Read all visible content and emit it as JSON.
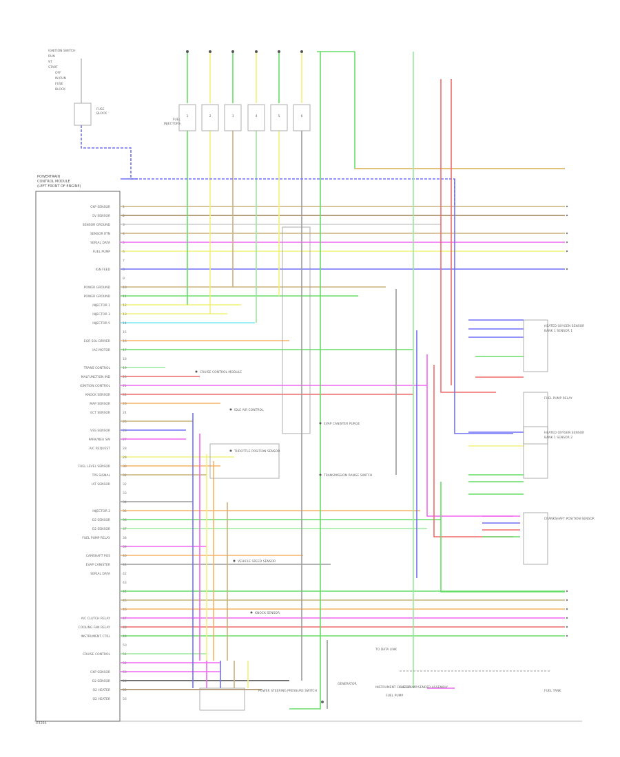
{
  "diagram": {
    "footer_code": "IF4364",
    "ecu_title": [
      "POWERTRAIN",
      "CONTROL MODULE",
      "(LEFT FRONT OF ENGINE)"
    ],
    "ignition_switch": [
      "IGNITION SWITCH",
      "RUN",
      "ST",
      "START",
      "OFF",
      "IN RUN",
      "FUSE",
      "BLOCK"
    ],
    "fuse_block": [
      "FUSE",
      "BLOCK"
    ],
    "injectors_label": [
      "FUEL",
      "INJECTORS"
    ],
    "cyl_labels": [
      "1",
      "2",
      "3",
      "4",
      "5",
      "6"
    ],
    "left_pins": [
      {
        "name": "CKP SENSOR",
        "pin": "1"
      },
      {
        "name": "5V SENSOR",
        "pin": "2"
      },
      {
        "name": "SENSOR GROUND",
        "pin": "3"
      },
      {
        "name": "SENSOR RTN",
        "pin": "4"
      },
      {
        "name": "SERIAL DATA",
        "pin": "5"
      },
      {
        "name": "FUEL PUMP",
        "pin": "6"
      },
      {
        "name": "",
        "pin": "7"
      },
      {
        "name": "IGN FEED",
        "pin": "8"
      },
      {
        "name": "",
        "pin": "9"
      },
      {
        "name": "POWER GROUND",
        "pin": "10"
      },
      {
        "name": "POWER GROUND",
        "pin": "11"
      },
      {
        "name": "INJECTOR 1",
        "pin": "12"
      },
      {
        "name": "INJECTOR 3",
        "pin": "13"
      },
      {
        "name": "INJECTOR 5",
        "pin": "14"
      },
      {
        "name": "",
        "pin": "15"
      },
      {
        "name": "EGR SOL DRIVER",
        "pin": "16"
      },
      {
        "name": "IAC MOTOR",
        "pin": "17"
      },
      {
        "name": "",
        "pin": "18"
      },
      {
        "name": "TRANS CONTROL",
        "pin": "19"
      },
      {
        "name": "MALFUNCTION IND",
        "pin": "20"
      },
      {
        "name": "IGNITION CONTROL",
        "pin": "21"
      },
      {
        "name": "KNOCK SENSOR",
        "pin": "22"
      },
      {
        "name": "MAP SENSOR",
        "pin": "23"
      },
      {
        "name": "ECT SENSOR",
        "pin": "24"
      },
      {
        "name": "",
        "pin": "25"
      },
      {
        "name": "VSS SENSOR",
        "pin": "26"
      },
      {
        "name": "PARK/NEU SW",
        "pin": "27"
      },
      {
        "name": "A/C REQUEST",
        "pin": "28"
      },
      {
        "name": "",
        "pin": "29"
      },
      {
        "name": "FUEL LEVEL SENSOR",
        "pin": "30"
      },
      {
        "name": "TPS SIGNAL",
        "pin": "31"
      },
      {
        "name": "IAT SENSOR",
        "pin": "32"
      },
      {
        "name": "",
        "pin": "33"
      },
      {
        "name": "",
        "pin": "34"
      },
      {
        "name": "INJECTOR 2",
        "pin": "35"
      },
      {
        "name": "O2 SENSOR",
        "pin": "36"
      },
      {
        "name": "O2 SENSOR",
        "pin": "37"
      },
      {
        "name": "FUEL PUMP RELAY",
        "pin": "38"
      },
      {
        "name": "",
        "pin": "39"
      },
      {
        "name": "CAMSHAFT POS",
        "pin": "40"
      },
      {
        "name": "EVAP CANISTER",
        "pin": "41"
      },
      {
        "name": "SERIAL DATA",
        "pin": "42"
      },
      {
        "name": "",
        "pin": "43"
      },
      {
        "name": "",
        "pin": "44"
      },
      {
        "name": "",
        "pin": "45"
      },
      {
        "name": "",
        "pin": "46"
      },
      {
        "name": "A/C CLUTCH RELAY",
        "pin": "47"
      },
      {
        "name": "COOLING FAN RELAY",
        "pin": "48"
      },
      {
        "name": "INSTRUMENT CTRL",
        "pin": "49"
      },
      {
        "name": "",
        "pin": "50"
      },
      {
        "name": "CRUISE CONTROL",
        "pin": "51"
      },
      {
        "name": "",
        "pin": "52"
      },
      {
        "name": "CKP SENSOR",
        "pin": "53"
      },
      {
        "name": "O2 SENSOR",
        "pin": "54"
      },
      {
        "name": "O2 HEATER",
        "pin": "55"
      },
      {
        "name": "O2 HEATER",
        "pin": "56"
      }
    ],
    "right_components": [
      {
        "name": "HEATED OXYGEN SENSOR",
        "detail": "BANK 1 SENSOR 1"
      },
      {
        "name": "FUEL PUMP RELAY",
        "detail": ""
      },
      {
        "name": "HEATED OXYGEN SENSOR",
        "detail": "BANK 1 SENSOR 2"
      },
      {
        "name": "CRANKSHAFT POSITION SENSOR",
        "detail": ""
      }
    ],
    "mid_components": [
      "CRUISE CONTROL MODULE",
      "IDLE AIR CONTROL",
      "THROTTLE POSITION SENSOR",
      "EVAP CANISTER PURGE",
      "TRANSMISSION RANGE SWITCH",
      "VEHICLE SPEED SENSOR",
      "KNOCK SENSOR"
    ],
    "bottom_components": [
      "POWER STEERING PRESSURE SWITCH",
      "GENERATOR",
      "INSTRUMENT CLUSTER",
      "TO DATA LINK",
      "FUEL PUMP/SENDER ASSEMBLY",
      "FUEL PUMP",
      "FUEL TANK"
    ],
    "colors": {
      "grn": "#66dd66",
      "yel": "#f2f27a",
      "blu": "#6f6ff5",
      "red": "#f06a6a",
      "pnk": "#f266f2",
      "org": "#f5b266",
      "tan": "#c9b17a",
      "brn": "#a08050",
      "gry": "#9a9a9a",
      "blk": "#444444",
      "wht": "#cccccc",
      "cyan": "#77e8f2",
      "ltgrn": "#9be89b",
      "ltblu": "#9fb8f5",
      "dkgrn": "#3cb84a"
    }
  }
}
